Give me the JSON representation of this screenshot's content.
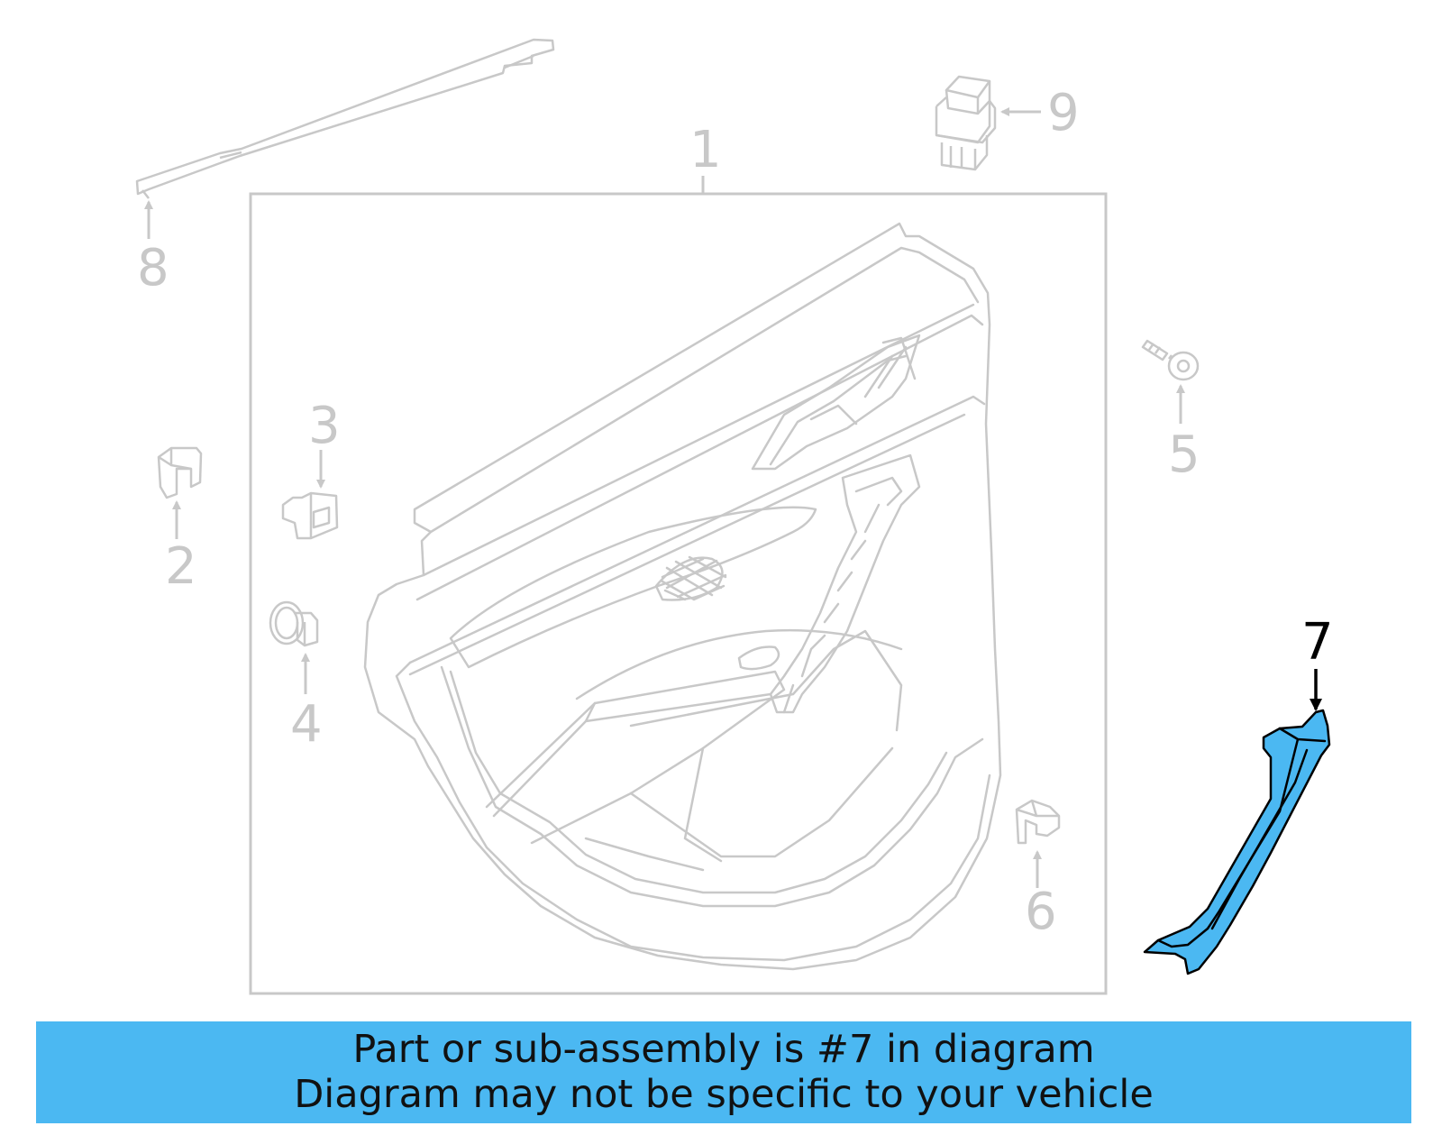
{
  "callouts": {
    "c1": "1",
    "c2": "2",
    "c3": "3",
    "c4": "4",
    "c5": "5",
    "c6": "6",
    "c7": "7",
    "c8": "8",
    "c9": "9"
  },
  "highlighted_part": "7",
  "caption": {
    "line1": "Part or sub-assembly is #7 in diagram",
    "line2": "Diagram may not be specific to your vehicle"
  },
  "colors": {
    "line_art": "#c8c8c8",
    "highlight_fill": "#4bb8f2",
    "highlight_outline": "#000000",
    "caption_bg": "#4bb8f2"
  }
}
